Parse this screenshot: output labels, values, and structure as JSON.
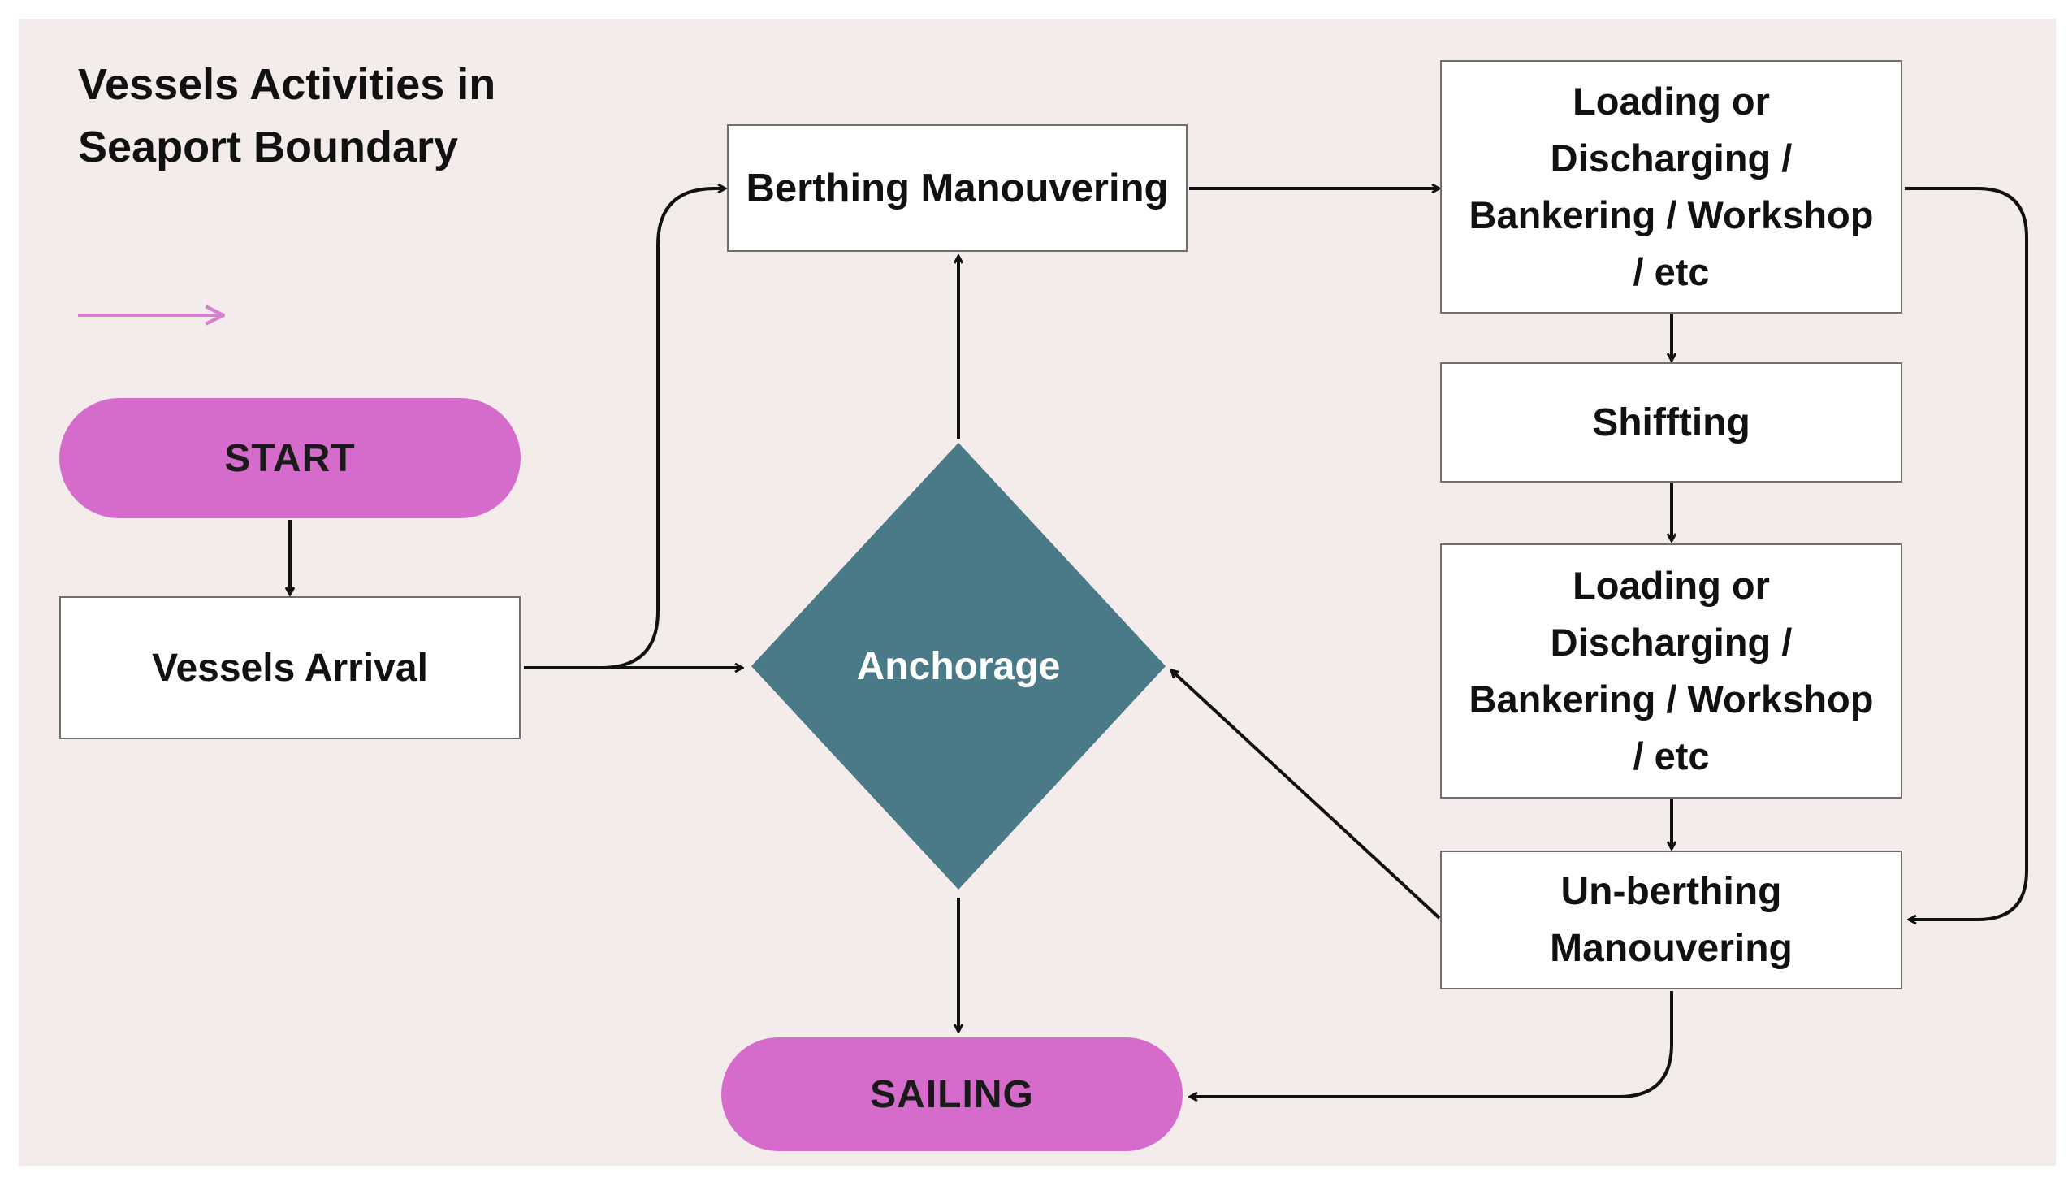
{
  "title": {
    "line1": "Vessels Activities in",
    "line2": "Seaport Boundary"
  },
  "nodes": {
    "start": "START",
    "vessels_arrival": "Vessels Arrival",
    "anchorage": "Anchorage",
    "berthing": "Berthing Manouvering",
    "loading_top": {
      "line1": "Loading or",
      "line2": "Discharging /",
      "line3": "Bankering / Workshop",
      "line4": "/ etc"
    },
    "shifting": "Shiffting",
    "loading_bottom": {
      "line1": "Loading or",
      "line2": "Discharging /",
      "line3": "Bankering / Workshop",
      "line4": "/ etc"
    },
    "unberthing": {
      "line1": "Un-berthing",
      "line2": "Manouvering"
    },
    "sailing": "SAILING"
  },
  "colors": {
    "background": "#f3ecea",
    "terminal": "#d56ccb",
    "decision": "#4a7a87",
    "legend_arrow": "#d77fd0",
    "connector": "#111111",
    "box_border": "#6f6f6f"
  }
}
